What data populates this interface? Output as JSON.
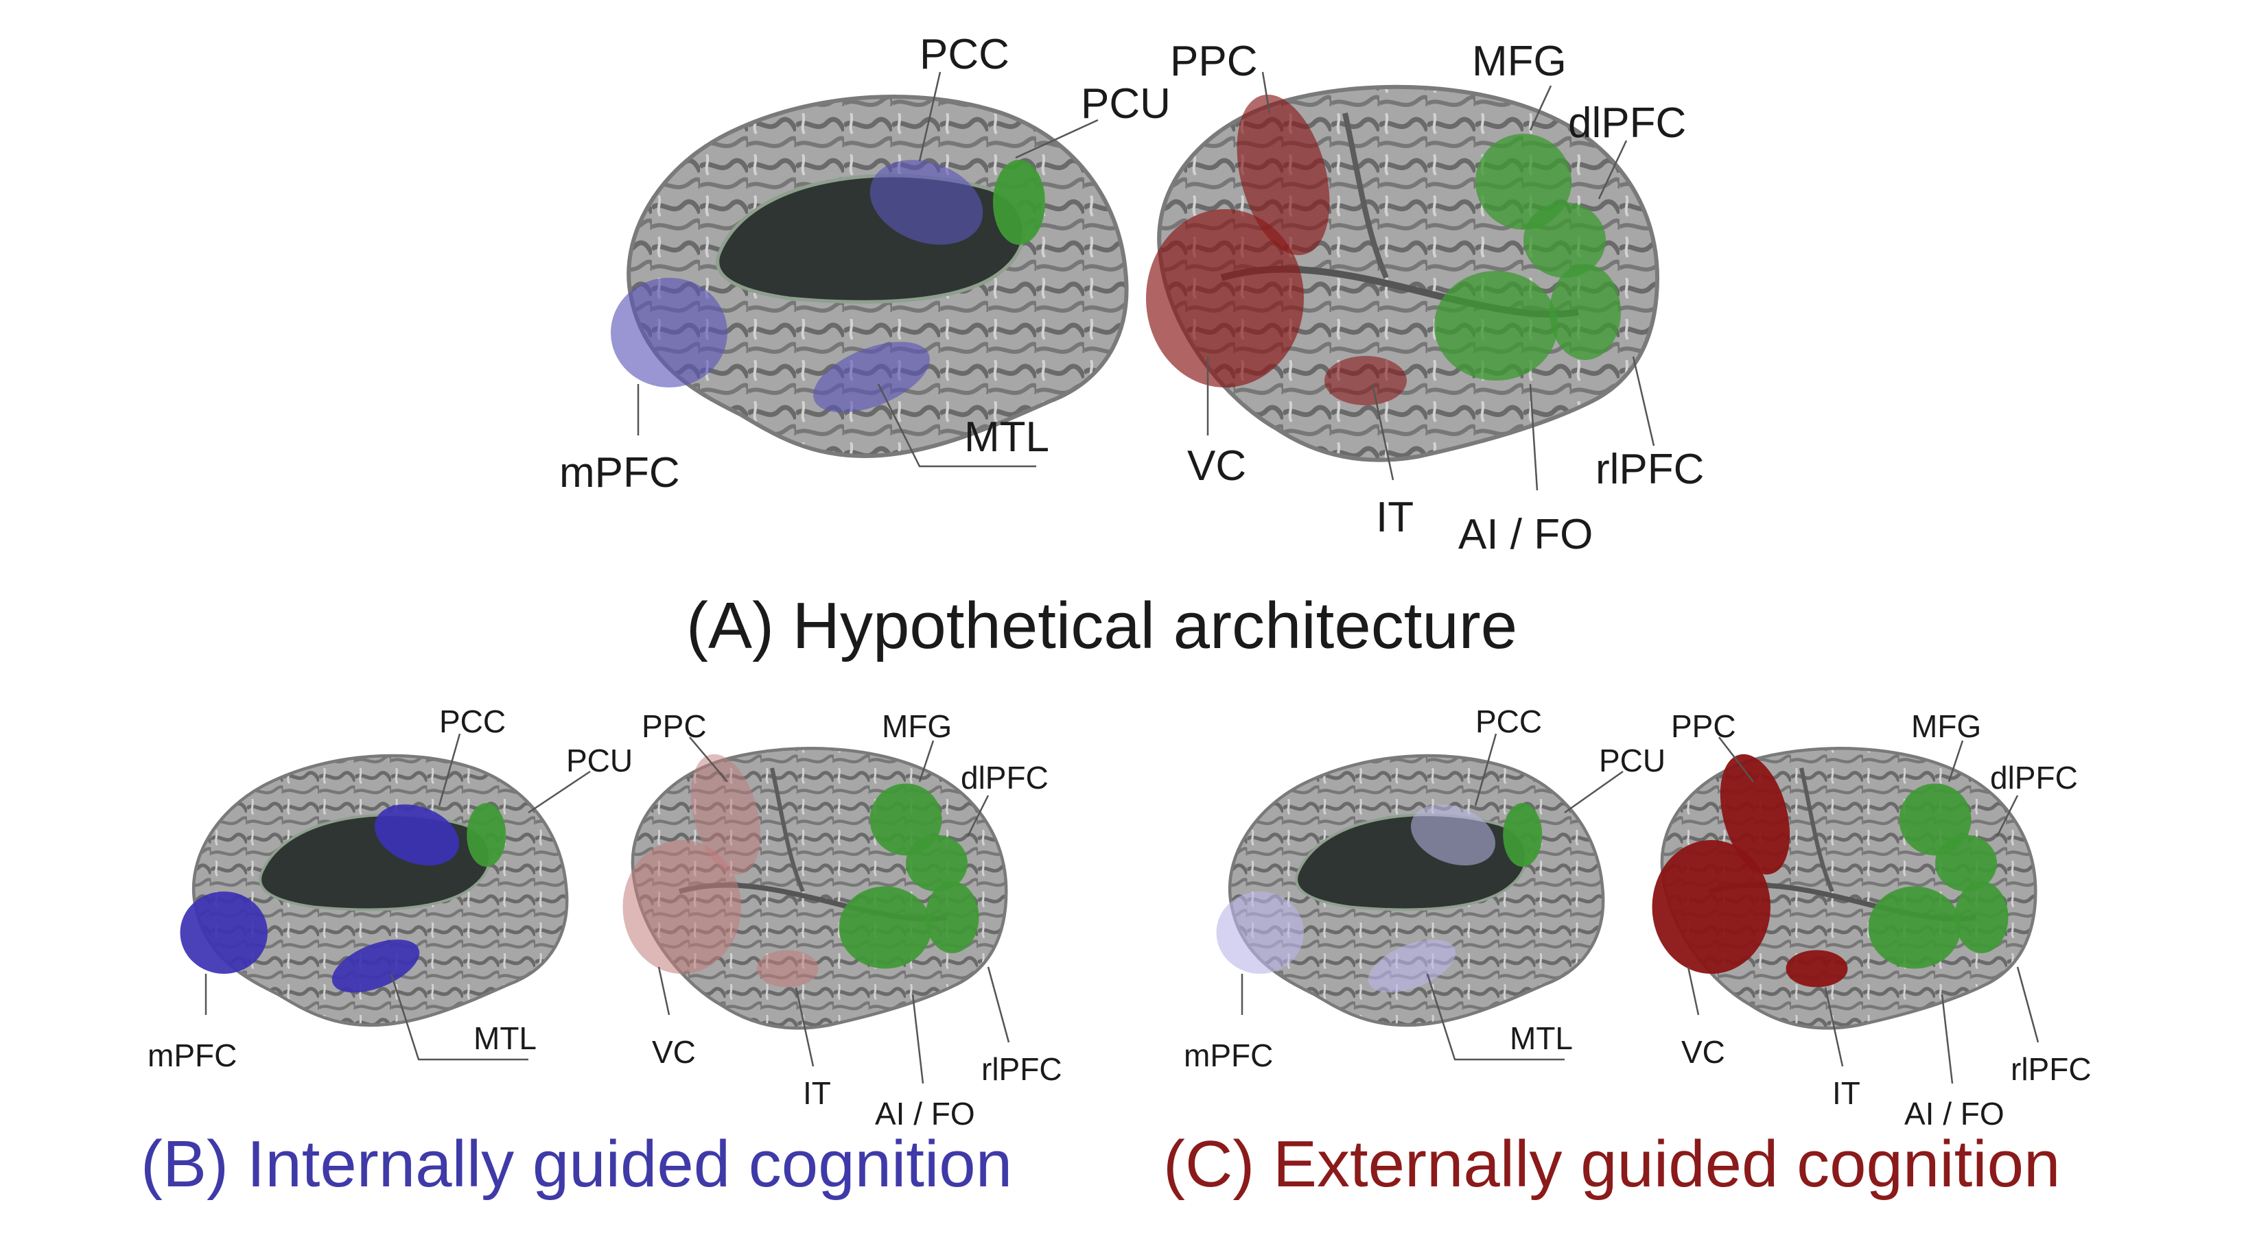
{
  "colors": {
    "internal": "#5a55b8",
    "external": "#8b1a1a",
    "control": "#3f9a35",
    "cortex": "#a9a9a9",
    "ventricle": "#2e3532"
  },
  "panel_a": {
    "caption": "(A) Hypothetical architecture",
    "medial_labels": {
      "pcc": "PCC",
      "pcu": "PCU",
      "mpfc": "mPFC",
      "mtl": "MTL"
    },
    "lateral_labels": {
      "ppc": "PPC",
      "mfg": "MFG",
      "dlpfc": "dlPFC",
      "vc": "VC",
      "it": "IT",
      "ai_fo": "AI / FO",
      "rlpfc": "rlPFC"
    }
  },
  "panel_b": {
    "caption": "(B) Internally guided cognition",
    "medial_labels": {
      "pcc": "PCC",
      "pcu": "PCU",
      "mpfc": "mPFC",
      "mtl": "MTL"
    },
    "lateral_labels": {
      "ppc": "PPC",
      "mfg": "MFG",
      "dlpfc": "dlPFC",
      "vc": "VC",
      "it": "IT",
      "ai_fo": "AI / FO",
      "rlpfc": "rlPFC"
    }
  },
  "panel_c": {
    "caption": "(C) Externally guided cognition",
    "medial_labels": {
      "pcc": "PCC",
      "pcu": "PCU",
      "mpfc": "mPFC",
      "mtl": "MTL"
    },
    "lateral_labels": {
      "ppc": "PPC",
      "mfg": "MFG",
      "dlpfc": "dlPFC",
      "vc": "VC",
      "it": "IT",
      "ai_fo": "AI / FO",
      "rlpfc": "rlPFC"
    }
  }
}
